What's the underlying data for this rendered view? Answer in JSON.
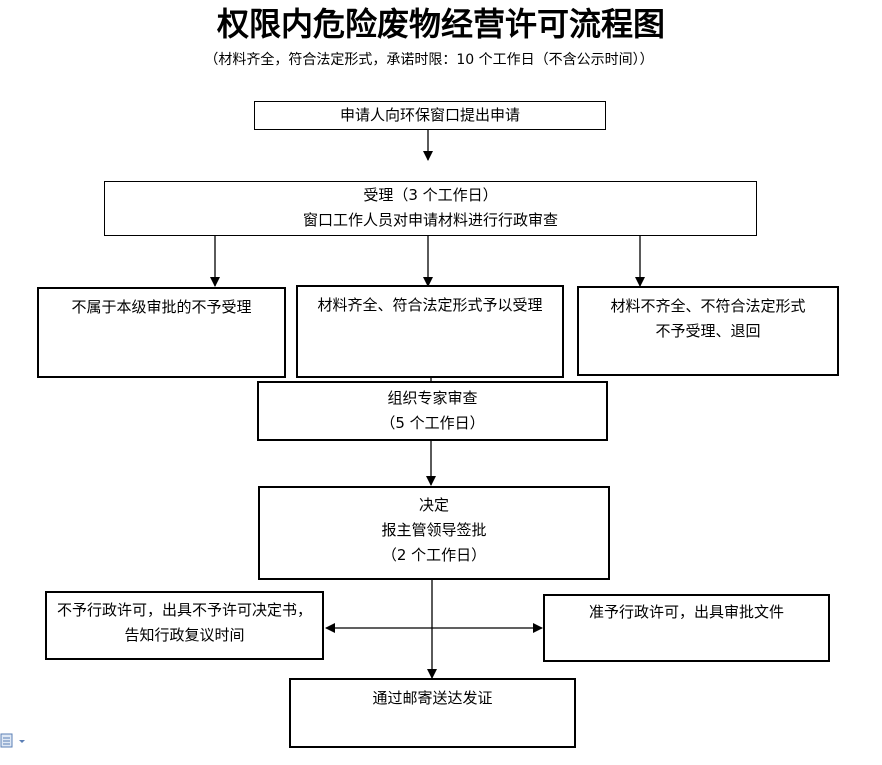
{
  "title": "权限内危险废物经营许可流程图",
  "subtitle": "（材料齐全，符合法定形式，承诺时限：10 个工作日（不含公示时间））",
  "steps": {
    "apply": {
      "line1": "申请人向环保窗口提出申请"
    },
    "accept": {
      "line1": "受理（3 个工作日）",
      "line2": "窗口工作人员对申请材料进行行政审查"
    },
    "not_approved_level": {
      "line1": "不属于本级审批的不予受理"
    },
    "complete": {
      "line1": "材料齐全、符合法定形式予以受理"
    },
    "incomplete": {
      "line1": "材料不齐全、不符合法定形式",
      "line2": "不予受理、退回"
    },
    "expert_review": {
      "line1": "组织专家审查",
      "line2": "（5 个工作日）"
    },
    "decision": {
      "line1": "决定",
      "line2": "报主管领导签批",
      "line3": "（2 个工作日）"
    },
    "deny": {
      "line1": "不予行政许可，出具不予许可决定书，告知行政复议时间"
    },
    "grant": {
      "line1": "准予行政许可，出具审批文件"
    },
    "mail": {
      "line1": "通过邮寄送达发证"
    }
  },
  "icons": {
    "corner": "document-icon"
  }
}
